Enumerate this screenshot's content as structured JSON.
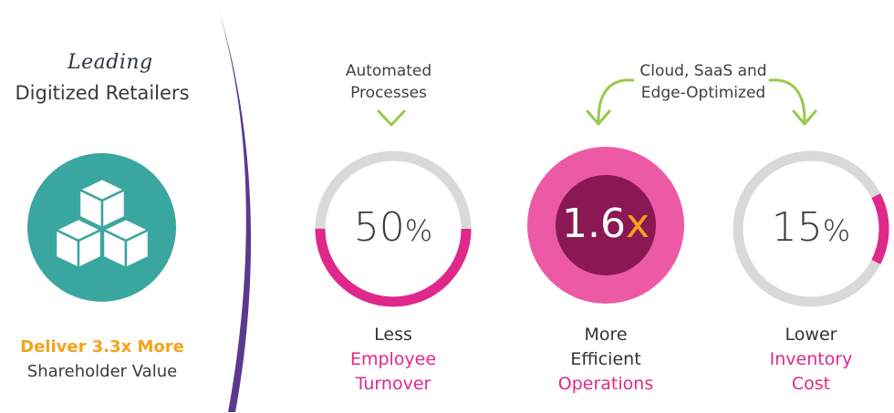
{
  "left": {
    "leading": "Leading",
    "title": "Digitized Retailers",
    "icon": "stacked-boxes-icon",
    "deliver_highlight": "Deliver 3.3x More",
    "deliver_rest": "Shareholder Value",
    "colors": {
      "teal": "#3aa6a0",
      "orange": "#f4a21d"
    }
  },
  "captions": {
    "automated_line1": "Automated",
    "automated_line2": "Processes",
    "cloud_line1": "Cloud, SaaS and",
    "cloud_line2": "Edge-Optimized"
  },
  "metrics": [
    {
      "value": "50",
      "unit": "%",
      "progress": 0.5,
      "label_line1": "Less",
      "label_line2": "Employee",
      "label_line3": "Turnover"
    },
    {
      "value": "1.6",
      "unit": "x",
      "label_line1": "More",
      "label_line2": "Efficient",
      "label_line3": "Operations"
    },
    {
      "value": "15",
      "unit": "%",
      "progress": 0.15,
      "label_line1": "Lower",
      "label_line2": "Inventory",
      "label_line3": "Cost"
    }
  ],
  "colors": {
    "pink": "#e0288b",
    "ring_gray": "#d9d9d9",
    "dark_purple": "#8a1853",
    "light_pink": "#ec5aa6",
    "divider_purple": "#5b3a8e",
    "arrow_green": "#9bc94a"
  }
}
